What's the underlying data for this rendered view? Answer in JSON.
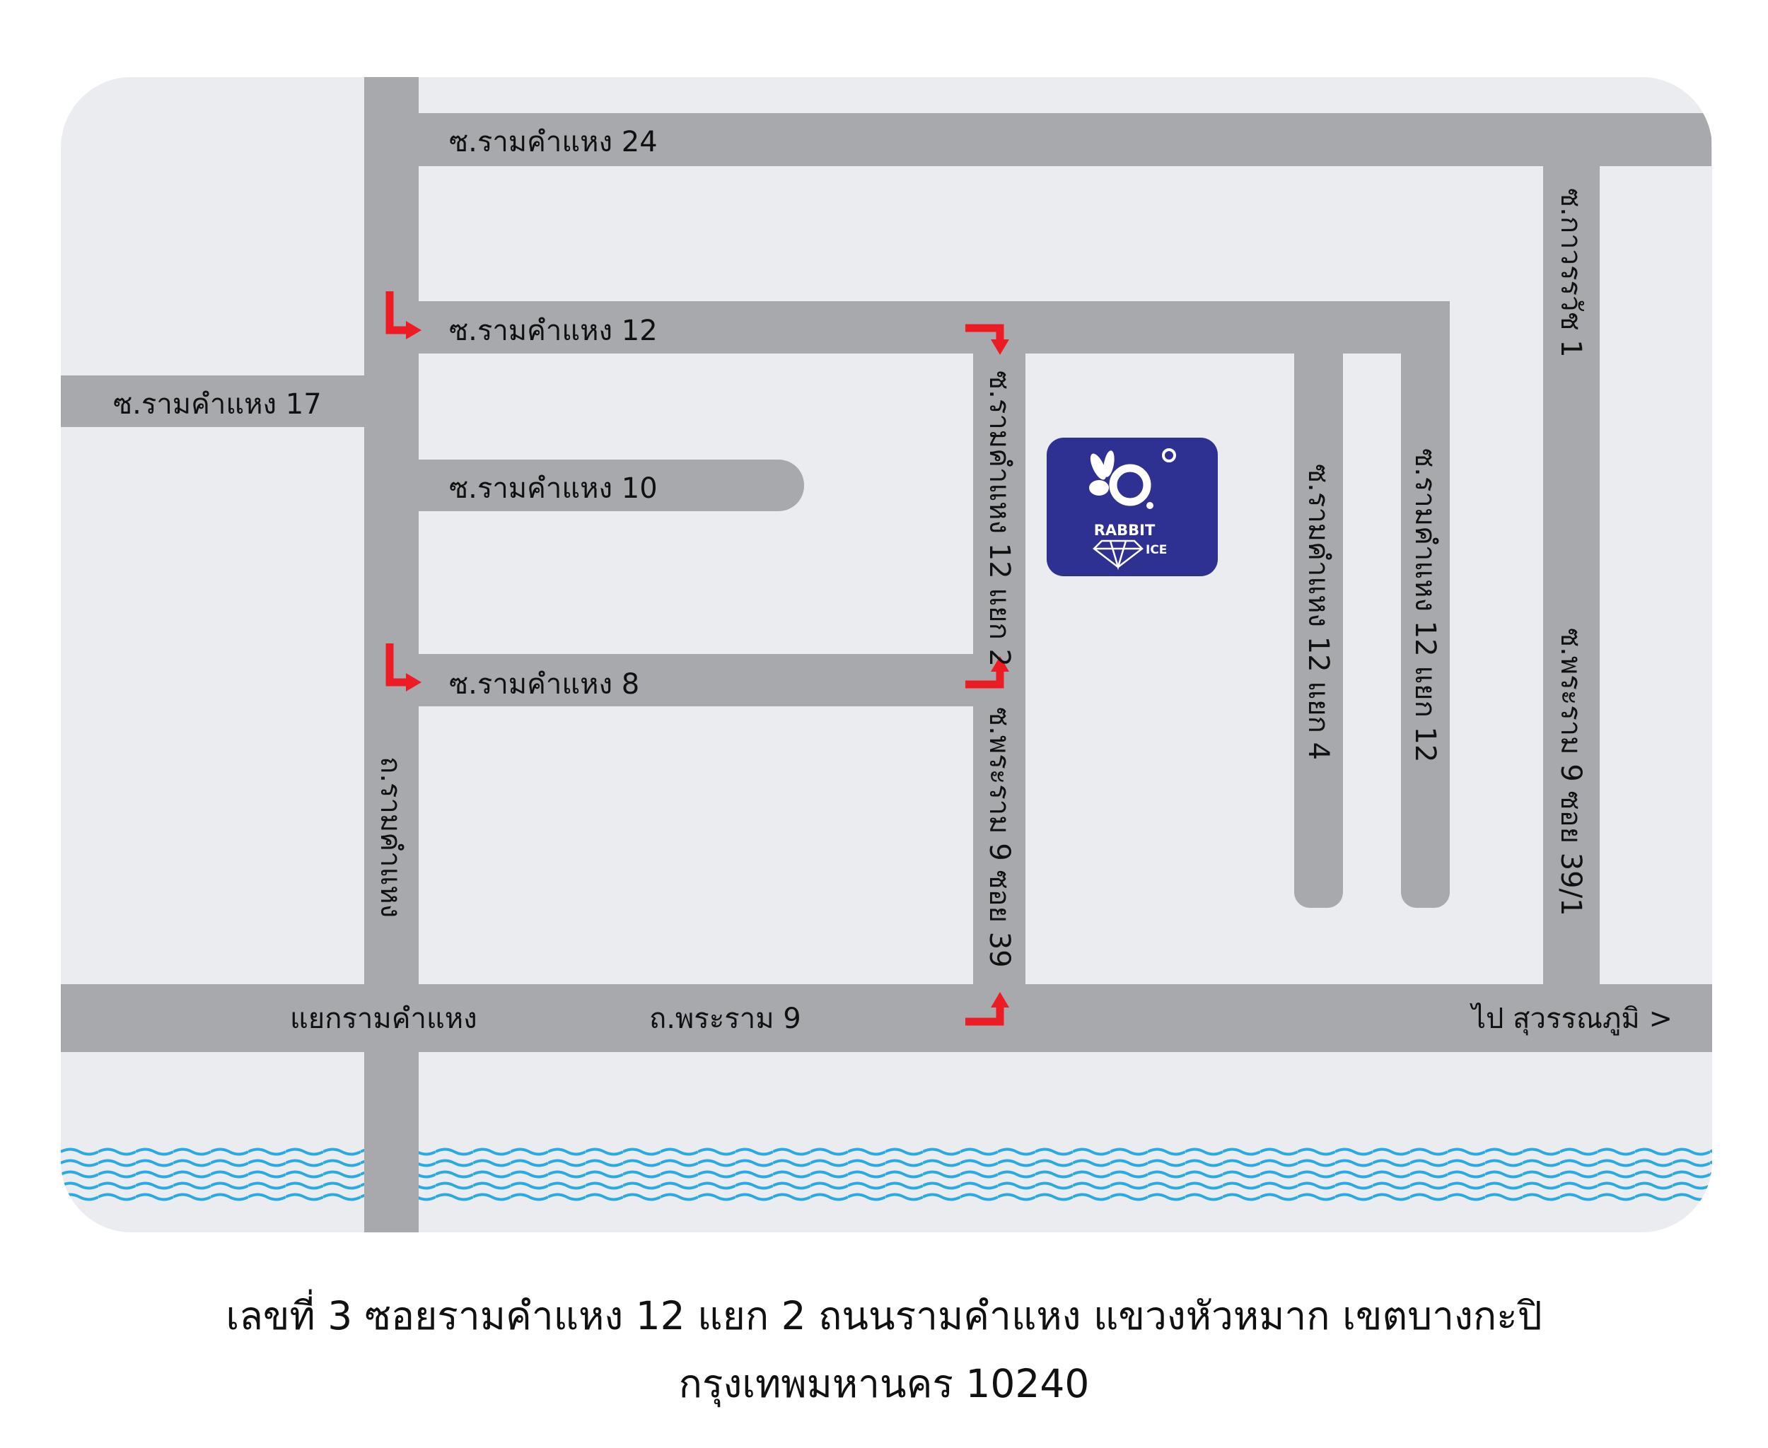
{
  "colors": {
    "background": "#ebecf0",
    "road": "#a8a9ac",
    "arrow": "#ed1c24",
    "water": "#29abe2",
    "logo_bg": "#2e3192"
  },
  "roads": {
    "ramkhamhaeng_24": "ซ.รามคำแหง 24",
    "ramkhamhaeng_12": "ซ.รามคำแหง 12",
    "ramkhamhaeng_17": "ซ.รามคำแหง 17",
    "ramkhamhaeng_10": "ซ.รามคำแหง 10",
    "ramkhamhaeng_8": "ซ.รามคำแหง 8",
    "ramkhamhaeng_road": "ถ.รามคำแหง",
    "ramkhamhaeng_12_yaek_2": "ซ.รามคำแหง 12 แยก 2",
    "rama9_soi_39": "ซ.พระราม 9 ซอย 39",
    "ramkhamhaeng_12_yaek_4": "ซ.รามคำแหง 12 แยก 4",
    "ramkhamhaeng_12_yaek_12": "ซ.รามคำแหง 12 แยก 12",
    "kanwarawat_1": "ซ.กาวรรวัช 1",
    "rama9_soi_39_1": "ซ.พระราม 9 ซอย 39/1",
    "ramkhamhaeng_junction": "แยกรามคำแหง",
    "rama9_road": "ถ.พระราม 9",
    "to_suvarnabhumi": "ไป สุวรรณภูมิ >"
  },
  "logo": {
    "icon": "rabbit-ice-logo",
    "line1": "RABBIT",
    "line2": "ICE"
  },
  "address": {
    "line1": "เลขที่ 3 ซอยรามคำแหง 12 แยก 2 ถนนรามคำแหง แขวงหัวหมาก เขตบางกะปิ",
    "line2": "กรุงเทพมหานคร  10240"
  }
}
